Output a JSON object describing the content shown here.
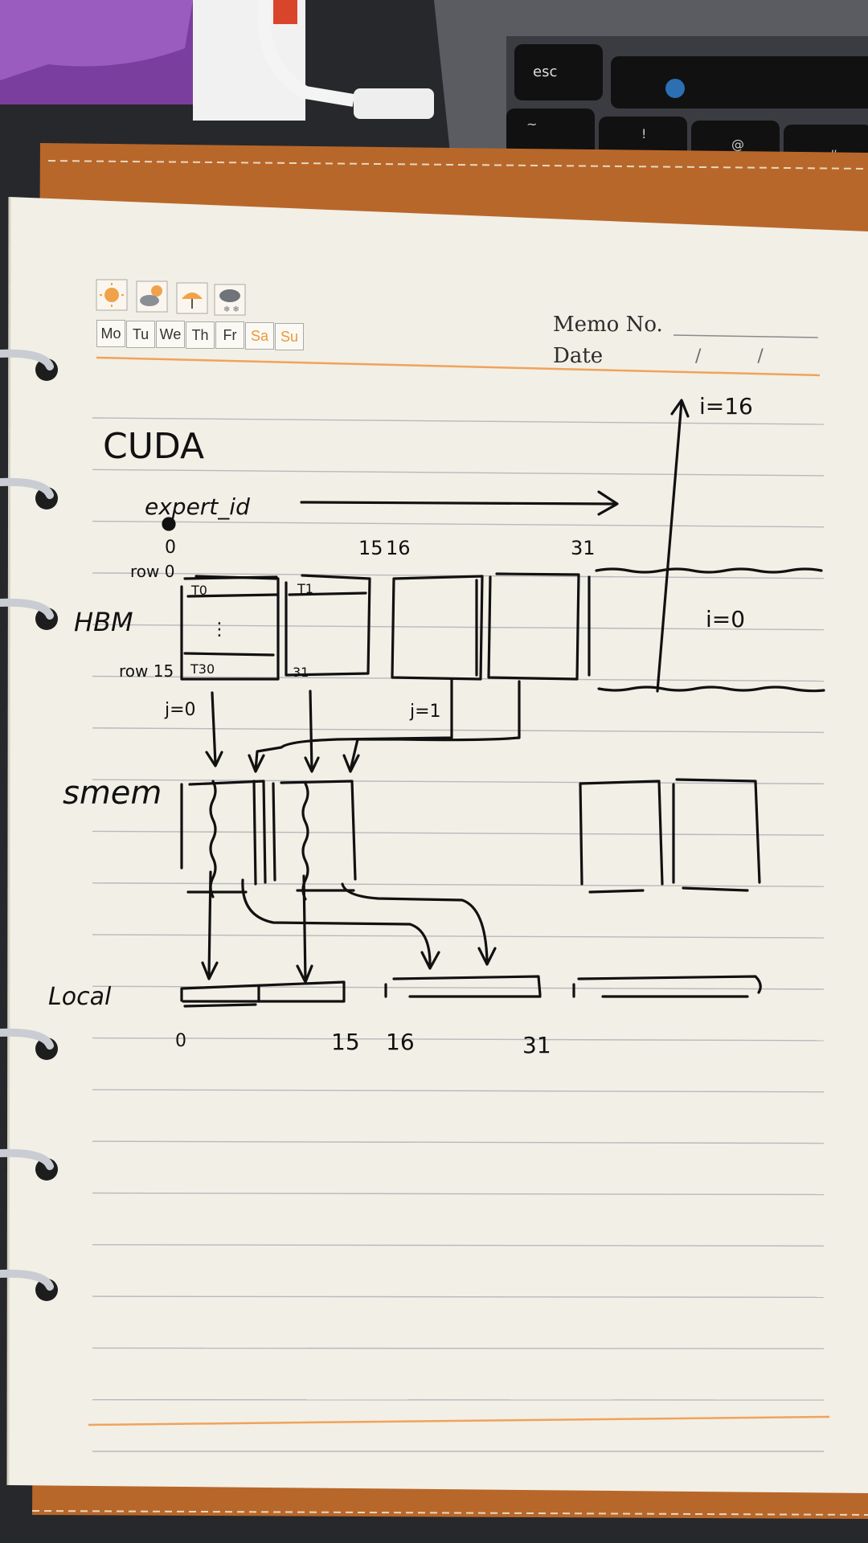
{
  "memo": {
    "memo_no_label": "Memo No.",
    "date_label": "Date",
    "date_separators": "/          /",
    "days": [
      "Mo",
      "Tu",
      "We",
      "Th",
      "Fr",
      "Sa",
      "Su"
    ],
    "weather_icons": [
      "sun-icon",
      "cloud-sun-icon",
      "rain-umbrella-icon",
      "snow-cloud-icon"
    ]
  },
  "laptop": {
    "esc_key": "esc",
    "key_tilde": "~",
    "key_exclaim": "!",
    "key_at": "@",
    "key_hash": "#"
  },
  "sketch": {
    "title": "CUDA",
    "expert_label": "expert_id",
    "index_0": "0",
    "index_15": "15",
    "index_16": "16",
    "index_31": "31",
    "row0": "row 0",
    "row15": "row 15",
    "t0": "T0",
    "t1": "T1",
    "t30": "T30",
    "t31": "31",
    "dots": "⋮",
    "hbm": "HBM",
    "smem": "smem",
    "local": "Local",
    "j0": "j=0",
    "j1": "j=1",
    "i0": "i=0",
    "i16": "i=16",
    "local_0": "0",
    "local_15": "15",
    "local_16": "16",
    "local_31": "31"
  }
}
